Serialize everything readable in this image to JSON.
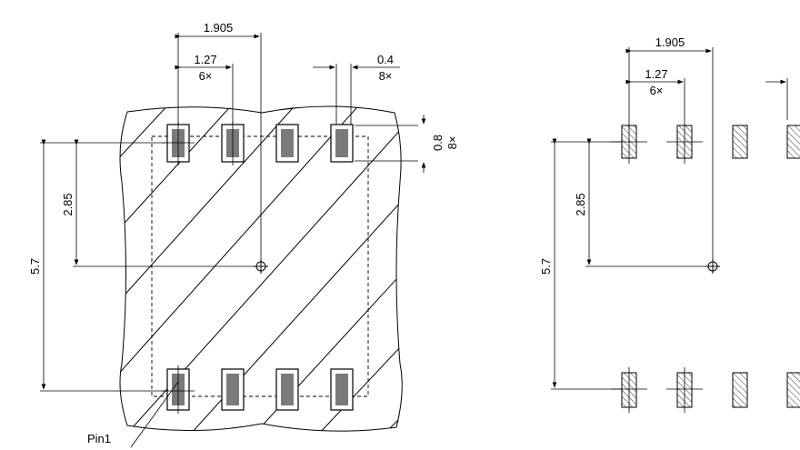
{
  "left_view": {
    "dim_pitch_total": "1.905",
    "dim_pitch": "1.27",
    "dim_pitch_count": "6×",
    "dim_pad_width": "0.4",
    "dim_pad_width_count": "8×",
    "dim_pad_height": "0.8",
    "dim_pad_height_count": "8×",
    "dim_half_height": "2.85",
    "dim_full_height": "5.7",
    "pin_label": "Pin1"
  },
  "right_view": {
    "dim_pitch_total": "1.905",
    "dim_pitch": "1.27",
    "dim_pitch_count": "6×",
    "dim_half_height": "2.85",
    "dim_full_height": "5.7"
  }
}
